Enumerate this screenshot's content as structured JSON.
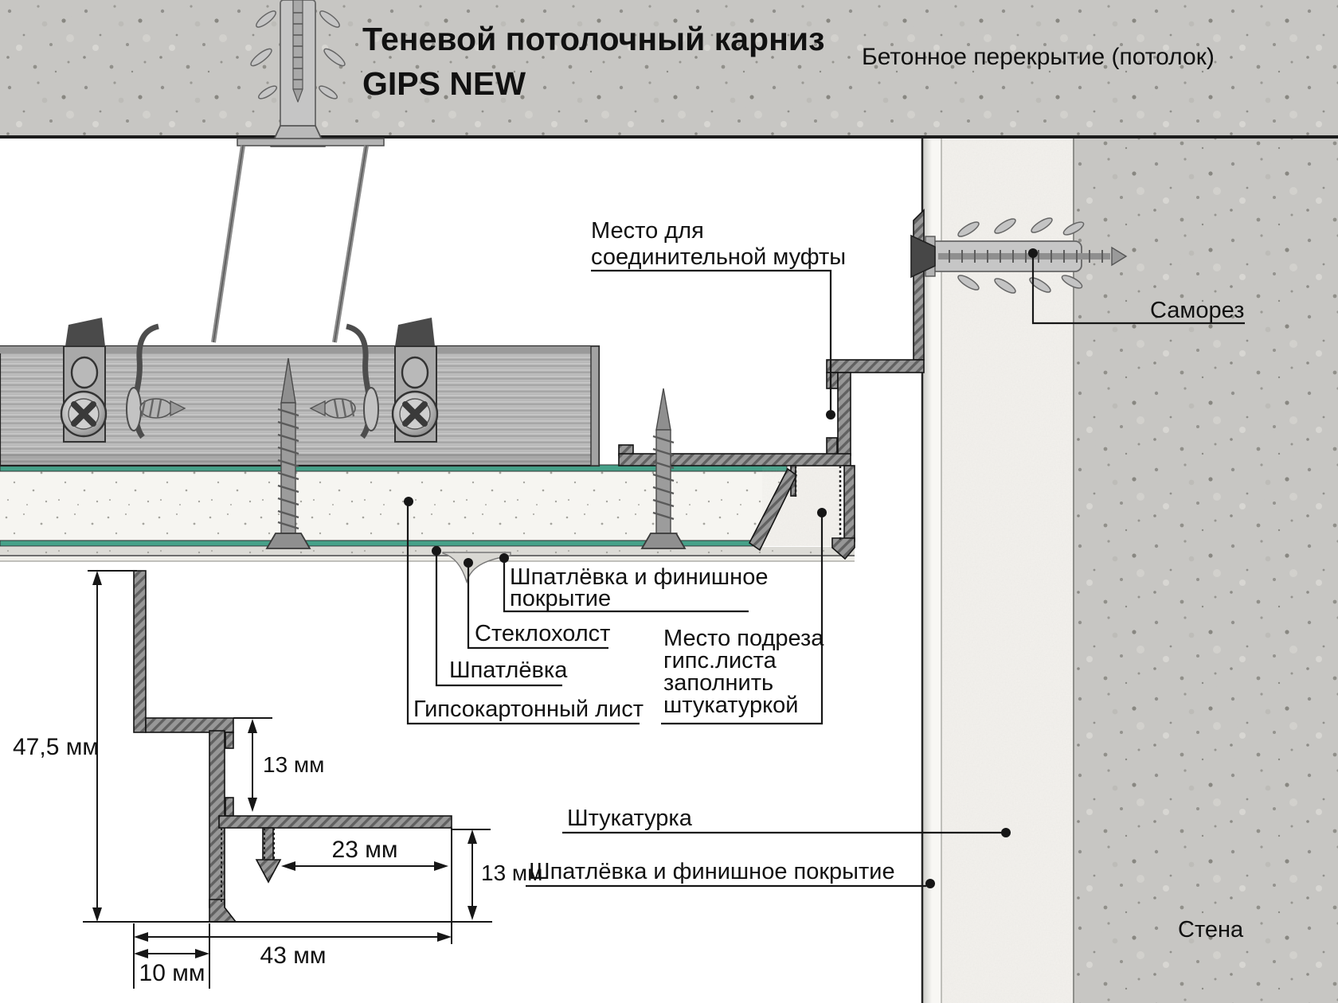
{
  "title": {
    "line1": "Теневой потолочный карниз",
    "line2": "GIPS NEW"
  },
  "labels": {
    "ceiling": "Бетонное перекрытие (потолок)",
    "coupling": [
      "Место для",
      "соединительной муфты"
    ],
    "screw": "Саморез",
    "putty_finish_top": [
      "Шпатлёвка и финишное",
      "покрытие"
    ],
    "fiberglass": "Стеклохолст",
    "putty": "Шпатлёвка",
    "drywall": "Гипсокартонный лист",
    "cut": [
      "Место подреза",
      "гипс.листа",
      "заполнить",
      "штукатуркой"
    ],
    "plaster": "Штукатурка",
    "putty_finish_bottom": "Шпатлёвка и финишное покрытие",
    "wall": "Стена"
  },
  "dimensions": {
    "total_height": "47,5 мм",
    "slot_offset": "13 мм",
    "flange_depth": "23 мм",
    "drywall_gap": "13 мм",
    "total_width": "43 мм",
    "wall_leg": "10 мм"
  },
  "colors": {
    "concrete": "#c7c6c3",
    "plaster": "#f3f1ed",
    "finish_coat": "#f8f7f4",
    "drywall_core": "#f6f5f1",
    "drywall_face_green": "#46a189",
    "metal_profile": "#b7b7b7",
    "cornice_gray": "#979797",
    "line": "#161616"
  }
}
